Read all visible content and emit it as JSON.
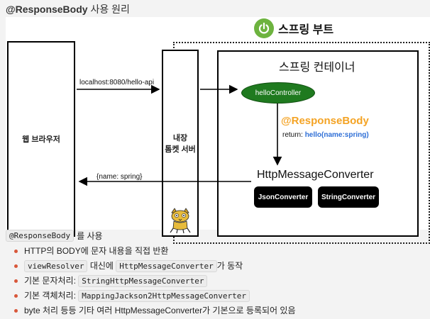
{
  "title": {
    "strong": "@ResponseBody",
    "rest": " 사용 원리"
  },
  "diagram": {
    "spring_boot": "스프링 부트",
    "browser": "웹 브라우저",
    "request_url": "localhost:8080/hello-api",
    "tomcat_line1": "내장",
    "tomcat_line2": "톰켓 서버",
    "container_title": "스프링 컨테이너",
    "controller": "helloController",
    "annotation": "@ResponseBody",
    "return_prefix": "return: ",
    "return_value": "hello(name:spring)",
    "converter": "HttpMessageConverter",
    "json_converter": "JsonConverter",
    "string_converter": "StringConverter",
    "response": "{name: spring}",
    "colors": {
      "spring_green": "#6db33f",
      "controller_green": "#1f7a1f",
      "annotation_orange": "#f4a324",
      "return_blue": "#2f6fd6",
      "bullet_red": "#d8573a"
    },
    "icons": [
      "spring-power-icon",
      "tomcat-cat-icon"
    ]
  },
  "notes": {
    "head_code": "@ResponseBody",
    "head_text": "를 사용",
    "items": [
      {
        "pre": "HTTP의 BODY에 문자 내용을 직접 반환",
        "code": "",
        "post": ""
      },
      {
        "pre": "",
        "code": "viewResolver",
        "post": " 대신에 ",
        "code2": "HttpMessageConverter",
        "post2": "가 동작"
      },
      {
        "pre": "기본 문자처리: ",
        "code": "StringHttpMessageConverter",
        "post": ""
      },
      {
        "pre": "기본 객체처리: ",
        "code": "MappingJackson2HttpMessageConverter",
        "post": ""
      },
      {
        "pre": "byte 처리 등등 기타 여러 HttpMessageConverter가 기본으로 등록되어 있음",
        "code": "",
        "post": ""
      }
    ]
  }
}
